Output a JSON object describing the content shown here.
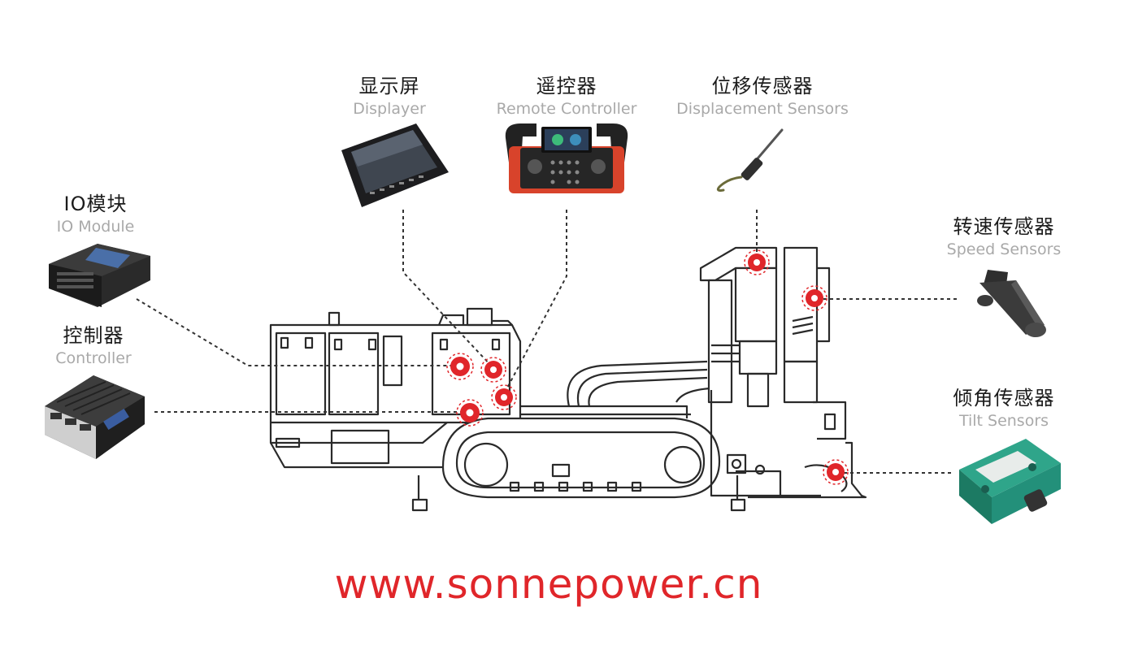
{
  "components": [
    {
      "id": "displayer",
      "zh": "显示屏",
      "en": "Displayer"
    },
    {
      "id": "remote",
      "zh": "遥控器",
      "en": "Remote Controller"
    },
    {
      "id": "displacement",
      "zh": "位移传感器",
      "en": "Displacement Sensors"
    },
    {
      "id": "io",
      "zh": "IO模块",
      "en": "IO Module"
    },
    {
      "id": "controller",
      "zh": "控制器",
      "en": "Controller"
    },
    {
      "id": "speed",
      "zh": "转速传感器",
      "en": "Speed Sensors"
    },
    {
      "id": "tilt",
      "zh": "倾角传感器",
      "en": "Tilt Sensors"
    }
  ],
  "website": "www.sonnepower.cn",
  "colors": {
    "marker": "#e0262a",
    "leader": "#333333",
    "machine_line": "#2a2a2a",
    "caption_en": "#a9a9a9",
    "website": "#e0262a"
  },
  "icons": [
    "display-panel-icon",
    "remote-controller-icon",
    "displacement-sensor-icon",
    "io-module-icon",
    "controller-box-icon",
    "speed-sensor-icon",
    "tilt-sensor-icon",
    "drilling-rig-drawing"
  ]
}
